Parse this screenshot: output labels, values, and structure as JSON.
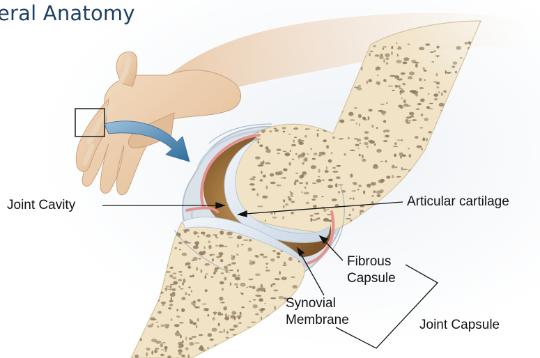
{
  "title": "eral Anatomy",
  "labels": {
    "joint_cavity": "Joint Cavity",
    "articular_cartilage": "Articular cartilage",
    "fibrous_capsule": "Fibrous Capsule",
    "fibrous_capsule_line1": "Fibrous",
    "fibrous_capsule_line2": "Capsule",
    "synovial_membrane_line1": "Synovial",
    "synovial_membrane_line2": "Membrane",
    "joint_capsule": "Joint Capsule"
  },
  "colors": {
    "bone": "#f1e3c6",
    "spongy_bone": "#8f7b63",
    "cartilage": "#dfe8f1",
    "synovial_fluid": "#a77637",
    "synovial_membrane": "#e3928f",
    "capsule": "#b9c6d3",
    "skin": "#efd3b6",
    "arrow": "#4d88b4",
    "title": "#1d3f63"
  },
  "icons": [
    "finger-joint-box-icon",
    "curved-arrow-icon"
  ]
}
